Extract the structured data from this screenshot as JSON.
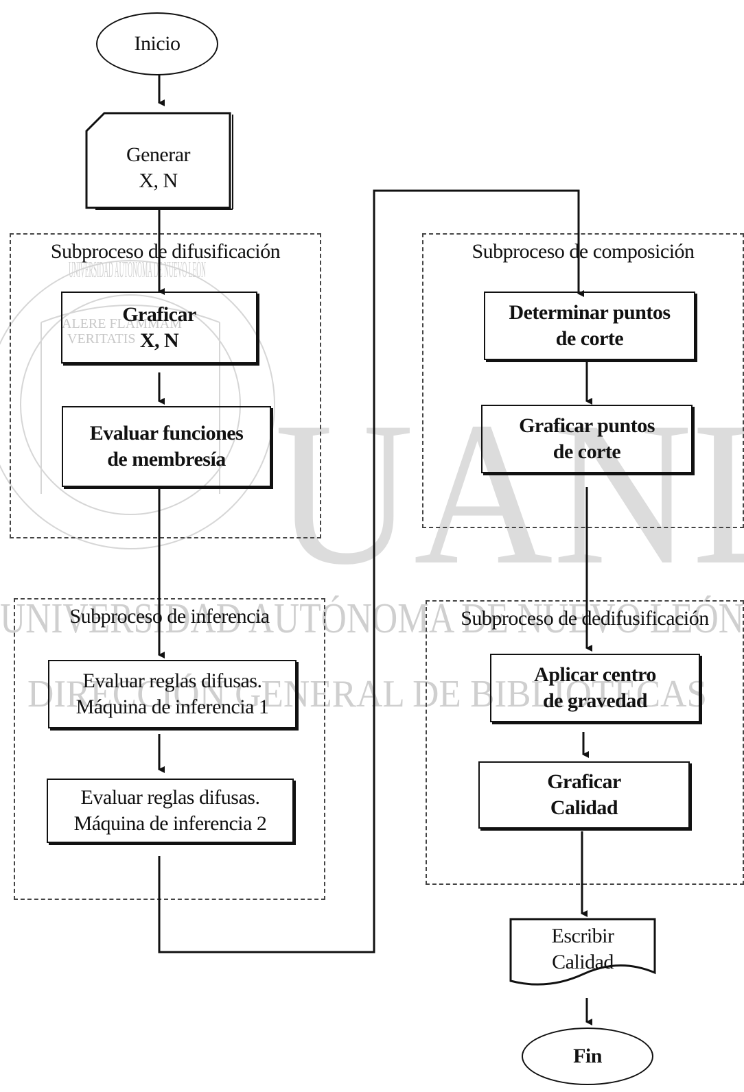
{
  "colors": {
    "line": "#111111",
    "dashed_border": "#444444",
    "watermark": "#d0d0d0"
  },
  "watermark": {
    "big_letters": "UANL",
    "line1": "UNIVERSIDAD AUTÓNOMA DE NUEVO LEÓN",
    "line2": "DIRECCIÓN GENERAL DE BIBLIOTECAS",
    "seal_text": "UNIVERSIDAD AUTÓNOMA DE NUEVO LEÓN",
    "motto1": "ALERE FLAMMAM",
    "motto2": "VERITATIS"
  },
  "nodes": {
    "inicio": "Inicio",
    "generar": {
      "line1": "Generar",
      "line2": "X, N"
    },
    "graficar_xn": {
      "line1": "Graficar",
      "line2": "X, N"
    },
    "evaluar_funciones": {
      "line1": "Evaluar funciones",
      "line2": "de membresía"
    },
    "evaluar_reglas_1": {
      "line1": "Evaluar reglas difusas.",
      "line2": "Máquina de inferencia 1"
    },
    "evaluar_reglas_2": {
      "line1": "Evaluar reglas difusas.",
      "line2": "Máquina de inferencia 2"
    },
    "determinar_puntos": {
      "line1": "Determinar puntos",
      "line2": "de corte"
    },
    "graficar_puntos": {
      "line1": "Graficar puntos",
      "line2": "de corte"
    },
    "aplicar_centro": {
      "line1": "Aplicar centro",
      "line2": "de gravedad"
    },
    "graficar_calidad": {
      "line1": "Graficar",
      "line2": "Calidad"
    },
    "escribir_calidad": {
      "line1": "Escribir",
      "line2": "Calidad"
    },
    "fin": "Fin"
  },
  "groups": {
    "difusificacion": "Subproceso de difusificación",
    "inferencia": "Subproceso de inferencia",
    "composicion": "Subproceso de composición",
    "dedifusificacion": "Subproceso de dedifusificación"
  }
}
